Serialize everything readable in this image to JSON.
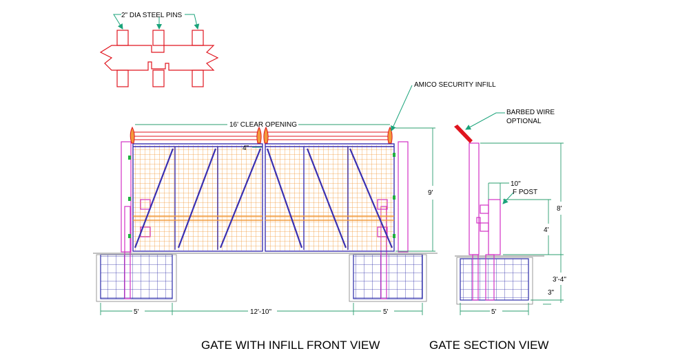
{
  "colors": {
    "steel_pins": "#e0141e",
    "gate_frame": "#3a2fb0",
    "infill_mesh": "#f29a3a",
    "posts": "#d12fc4",
    "barbed_wire": "#e0141e",
    "leader": "#1aa37a",
    "dimension": "#2a9d6e",
    "hinge": "#20b040",
    "footing": "#2a2aa8",
    "ground": "#808080"
  },
  "pin_detail": {
    "label": "2\" DIA STEEL PINS"
  },
  "front_view": {
    "title": "GATE WITH INFILL FRONT VIEW",
    "clear_opening": "16' CLEAR OPENING",
    "infill_callout": "AMICO SECURITY INFILL",
    "gap_dim": "4\"",
    "height_dim": "9'",
    "footing_left_width": "5'",
    "footing_span": "12'-10\"",
    "footing_right_width": "5'"
  },
  "section_view": {
    "title": "GATE SECTION VIEW",
    "barbed_wire_callout_line1": "BARBED WIRE",
    "barbed_wire_callout_line2": "OPTIONAL",
    "post_width_dim": "10\"",
    "post_label": "F POST",
    "height_dim": "8'",
    "lower_dim": "4'",
    "depth_dim": "3'-4\"",
    "bottom_dim": "3\"",
    "footing_width": "5'"
  }
}
